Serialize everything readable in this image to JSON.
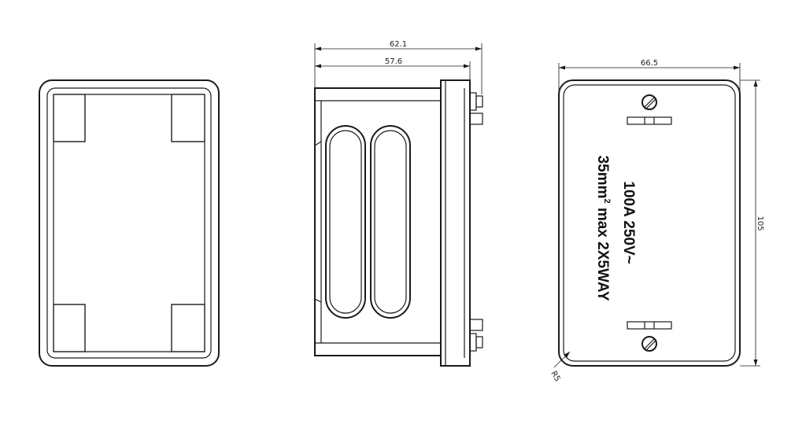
{
  "dimensions": {
    "side_overall_width": "62.1",
    "side_body_width": "57.6",
    "front_width": "66.5",
    "front_height": "105",
    "corner_radius": "R5"
  },
  "label": {
    "rating": "100A 250V~",
    "spec_prefix": "35mm",
    "spec_superscript": "2",
    "spec_suffix": " max 2X5WAY"
  },
  "colors": {
    "line": "#1a1a1a",
    "background": "#ffffff"
  }
}
